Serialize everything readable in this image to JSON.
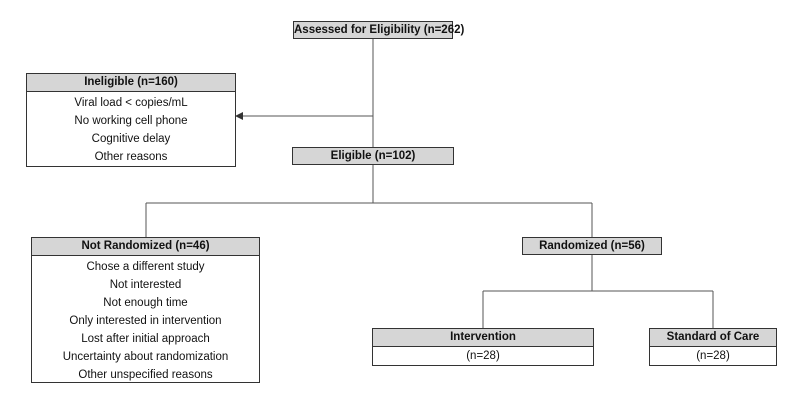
{
  "flowchart": {
    "assessed": {
      "title": "Assessed for Eligibility (n=262)"
    },
    "ineligible": {
      "title": "Ineligible (n=160)",
      "reasons": [
        "Viral load < copies/mL",
        "No working cell phone",
        "Cognitive delay",
        "Other reasons"
      ]
    },
    "eligible": {
      "title": "Eligible (n=102)"
    },
    "not_randomized": {
      "title": "Not Randomized (n=46)",
      "reasons": [
        "Chose a different study",
        "Not interested",
        "Not enough time",
        "Only interested in intervention",
        "Lost after initial approach",
        "Uncertainty about randomization",
        "Other unspecified reasons"
      ]
    },
    "randomized": {
      "title": "Randomized (n=56)"
    },
    "intervention": {
      "title": "Intervention",
      "count": "(n=28)"
    },
    "standard_of_care": {
      "title": "Standard of Care",
      "count": "(n=28)"
    }
  },
  "colors": {
    "header_fill": "#d6d6d6",
    "border": "#333333",
    "line": "#555555"
  }
}
